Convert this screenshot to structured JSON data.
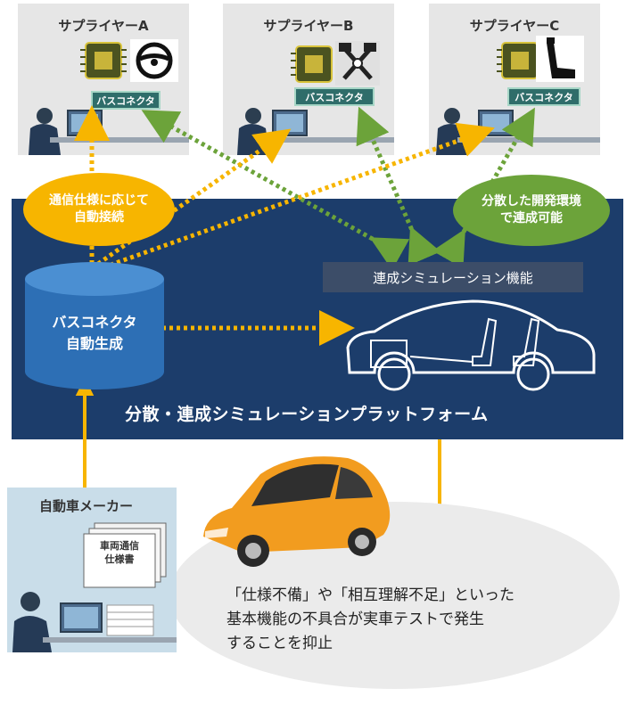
{
  "suppliers": [
    {
      "title": "サプライヤーA",
      "connector": "バスコネクタ",
      "part_icon": "steering-wheel-icon"
    },
    {
      "title": "サプライヤーB",
      "connector": "バスコネクタ",
      "part_icon": "engine-pistons-icon"
    },
    {
      "title": "サプライヤーC",
      "connector": "バスコネクタ",
      "part_icon": "car-seat-icon"
    }
  ],
  "callouts": {
    "auto_connect": [
      "通信仕様に応じて",
      "自動接続"
    ],
    "distributed": [
      "分散した開発環境",
      "で連成可能"
    ]
  },
  "database": [
    "バスコネクタ",
    "自動生成"
  ],
  "simulation_label": "連成シミュレーション機能",
  "platform_title": "分散・連成シミュレーションプラットフォーム",
  "maker": {
    "title": "自動車メーカー",
    "document": [
      "車両通信",
      "仕様書"
    ]
  },
  "bottom_text": [
    "「仕様不備」や「相互理解不足」といった",
    "基本機能の不具合が実車テストで発生",
    "することを抑止"
  ],
  "colors": {
    "platform": "#1c3d6b",
    "yellow_arrow": "#f7b500",
    "green_arrow": "#6ca33a",
    "car": "#f29c1f"
  }
}
